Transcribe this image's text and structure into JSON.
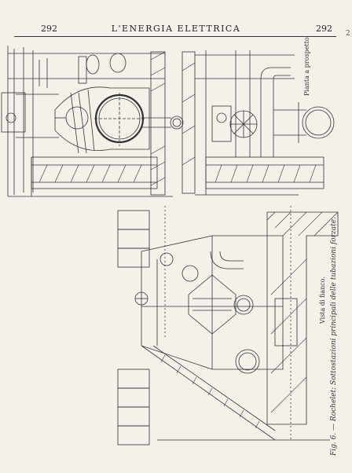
{
  "header": {
    "page_left": "292",
    "title": "L'ENERGIA ELETTRICA",
    "page_right": "292",
    "edge_mark": "2"
  },
  "labels": {
    "pianta": "Pianta a prospetto.",
    "vista": "Vista di fianco."
  },
  "caption": "Fig. 6. — Rochelet: Sottostazioni principali delle tubazioni forzate."
}
